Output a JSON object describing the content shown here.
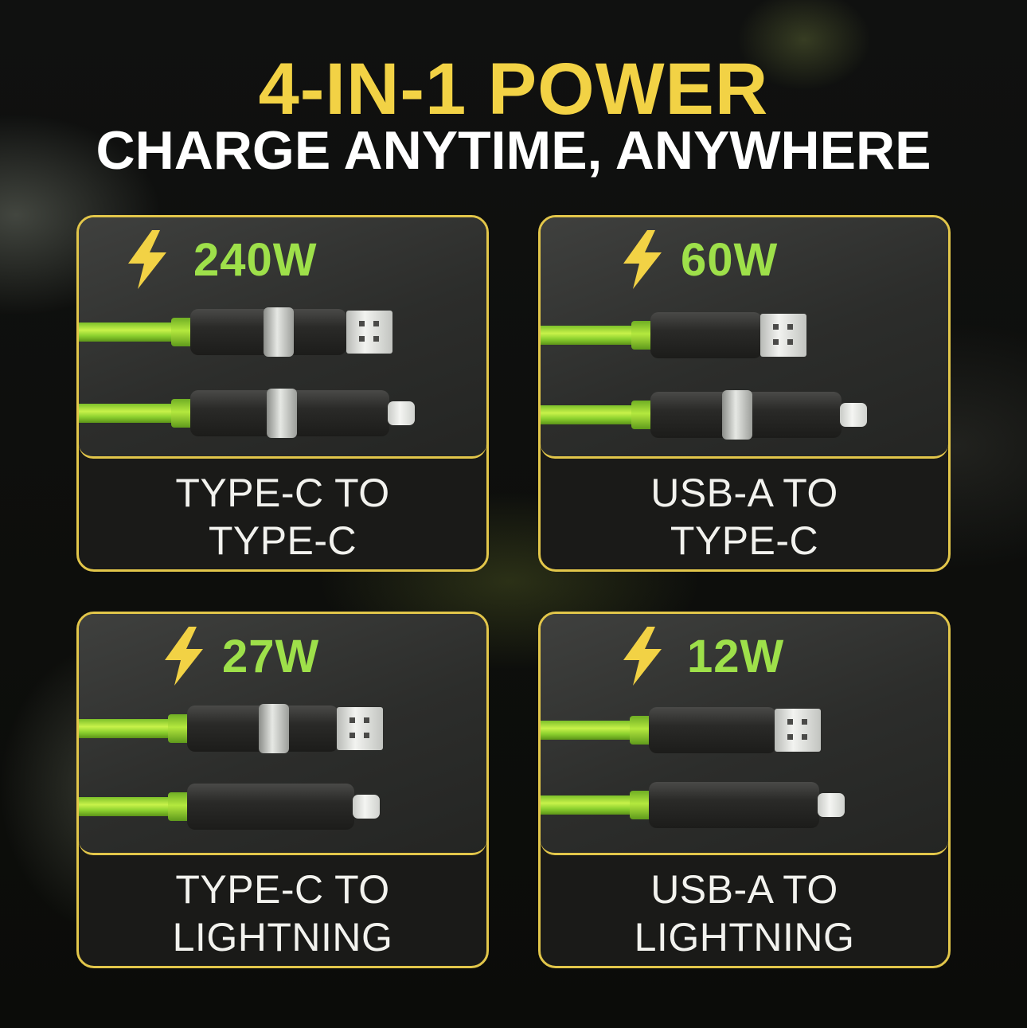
{
  "headline": {
    "line1": "4-IN-1 POWER",
    "line2": "CHARGE ANYTIME, ANYWHERE"
  },
  "cards": [
    {
      "watt": "240W",
      "label_line1": "TYPE-C TO",
      "label_line2": "TYPE-C"
    },
    {
      "watt": "60W",
      "label_line1": "USB-A TO",
      "label_line2": "TYPE-C"
    },
    {
      "watt": "27W",
      "label_line1": "TYPE-C TO",
      "label_line2": "LIGHTNING"
    },
    {
      "watt": "12W",
      "label_line1": "USB-A TO",
      "label_line2": "LIGHTNING"
    }
  ],
  "colors": {
    "accent_yellow": "#f2d245",
    "card_border": "#e2c64a",
    "watt_green": "#9ee04a",
    "cable_green": "#b4e83e"
  },
  "icons": [
    "lightning-bolt-icon",
    "usb-a-connector-icon",
    "lightning-connector-icon",
    "usb-c-band-icon"
  ]
}
